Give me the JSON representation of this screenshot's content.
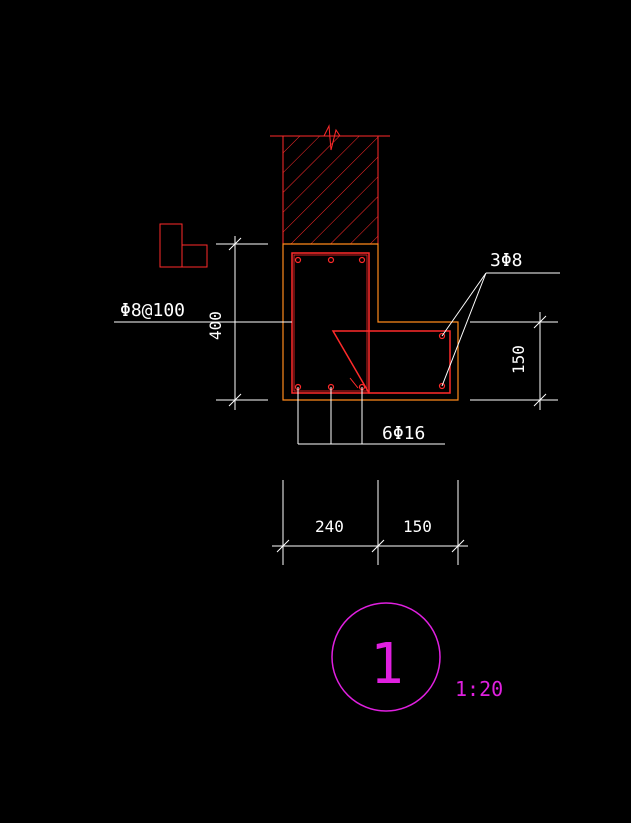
{
  "colors": {
    "background": "#000000",
    "line": "#ffffff",
    "rebar": "#ff2a2a",
    "concrete_outline": "#ff8a1a",
    "wall_hatch": "#ff2a2a",
    "label": "#ffffff",
    "detail_marker": "#e020e0"
  },
  "annotations": {
    "stirrup": "Φ8@100",
    "side_bars": "3Φ8",
    "main_bars": "6Φ16"
  },
  "dimensions": {
    "height_total": "400",
    "height_flange": "150",
    "width_web": "240",
    "width_flange": "150"
  },
  "detail": {
    "number": "1",
    "scale": "1:20"
  }
}
